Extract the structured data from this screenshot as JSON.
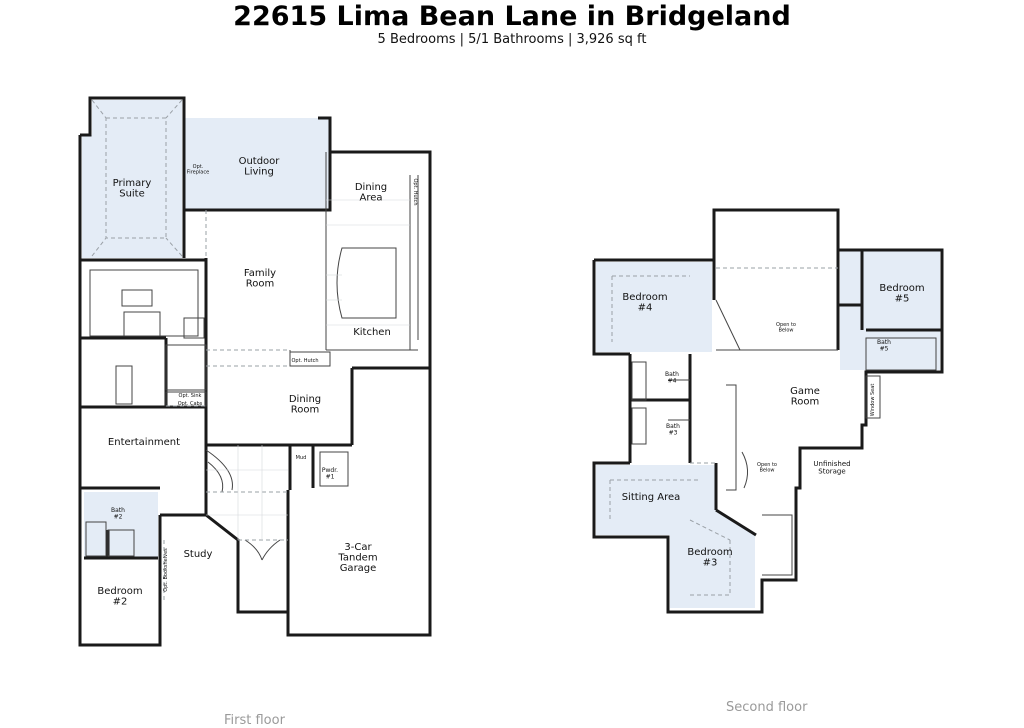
{
  "header": {
    "title": "22615 Lima Bean Lane in Bridgeland",
    "subtitle": "5 Bedrooms | 5/1 Bathrooms | 3,926 sq ft"
  },
  "colors": {
    "shade": "#e4ecf6",
    "wall": "#1a1a1a",
    "dash": "#9aa0a6",
    "caption": "#9a9a9a"
  },
  "first_floor": {
    "caption": "First floor",
    "rooms": {
      "primary_suite": "Primary Suite",
      "outdoor_living": "Outdoor Living",
      "opt_fireplace": "Opt. Fireplace",
      "dining_area": "Dining Area",
      "opt_hutch_right": "Opt. Hutch",
      "family_room": "Family Room",
      "kitchen": "Kitchen",
      "opt_hutch": "Opt. Hutch",
      "dining_room": "Dining Room",
      "opt_sink": "Opt. Sink",
      "opt_cabs": "Opt. Cabs",
      "entertainment": "Entertainment",
      "mud": "Mud",
      "pwdr": "Pwdr. #1",
      "bath2": "Bath #2",
      "study": "Study",
      "opt_bookshelves": "Opt. Bookshelves",
      "garage": "3-Car Tandem Garage",
      "bedroom2": "Bedroom #2"
    }
  },
  "second_floor": {
    "caption": "Second floor",
    "rooms": {
      "bedroom4": "Bedroom #4",
      "open_below_1": "Open to Below",
      "bedroom5": "Bedroom #5",
      "bath5": "Bath #5",
      "bath4": "Bath #4",
      "bath3": "Bath #3",
      "game_room": "Game Room",
      "window_seat": "Window Seat",
      "open_below_2": "Open to Below",
      "unfinished_storage": "Unfinished Storage",
      "sitting_area": "Sitting Area",
      "bedroom3": "Bedroom #3"
    }
  }
}
